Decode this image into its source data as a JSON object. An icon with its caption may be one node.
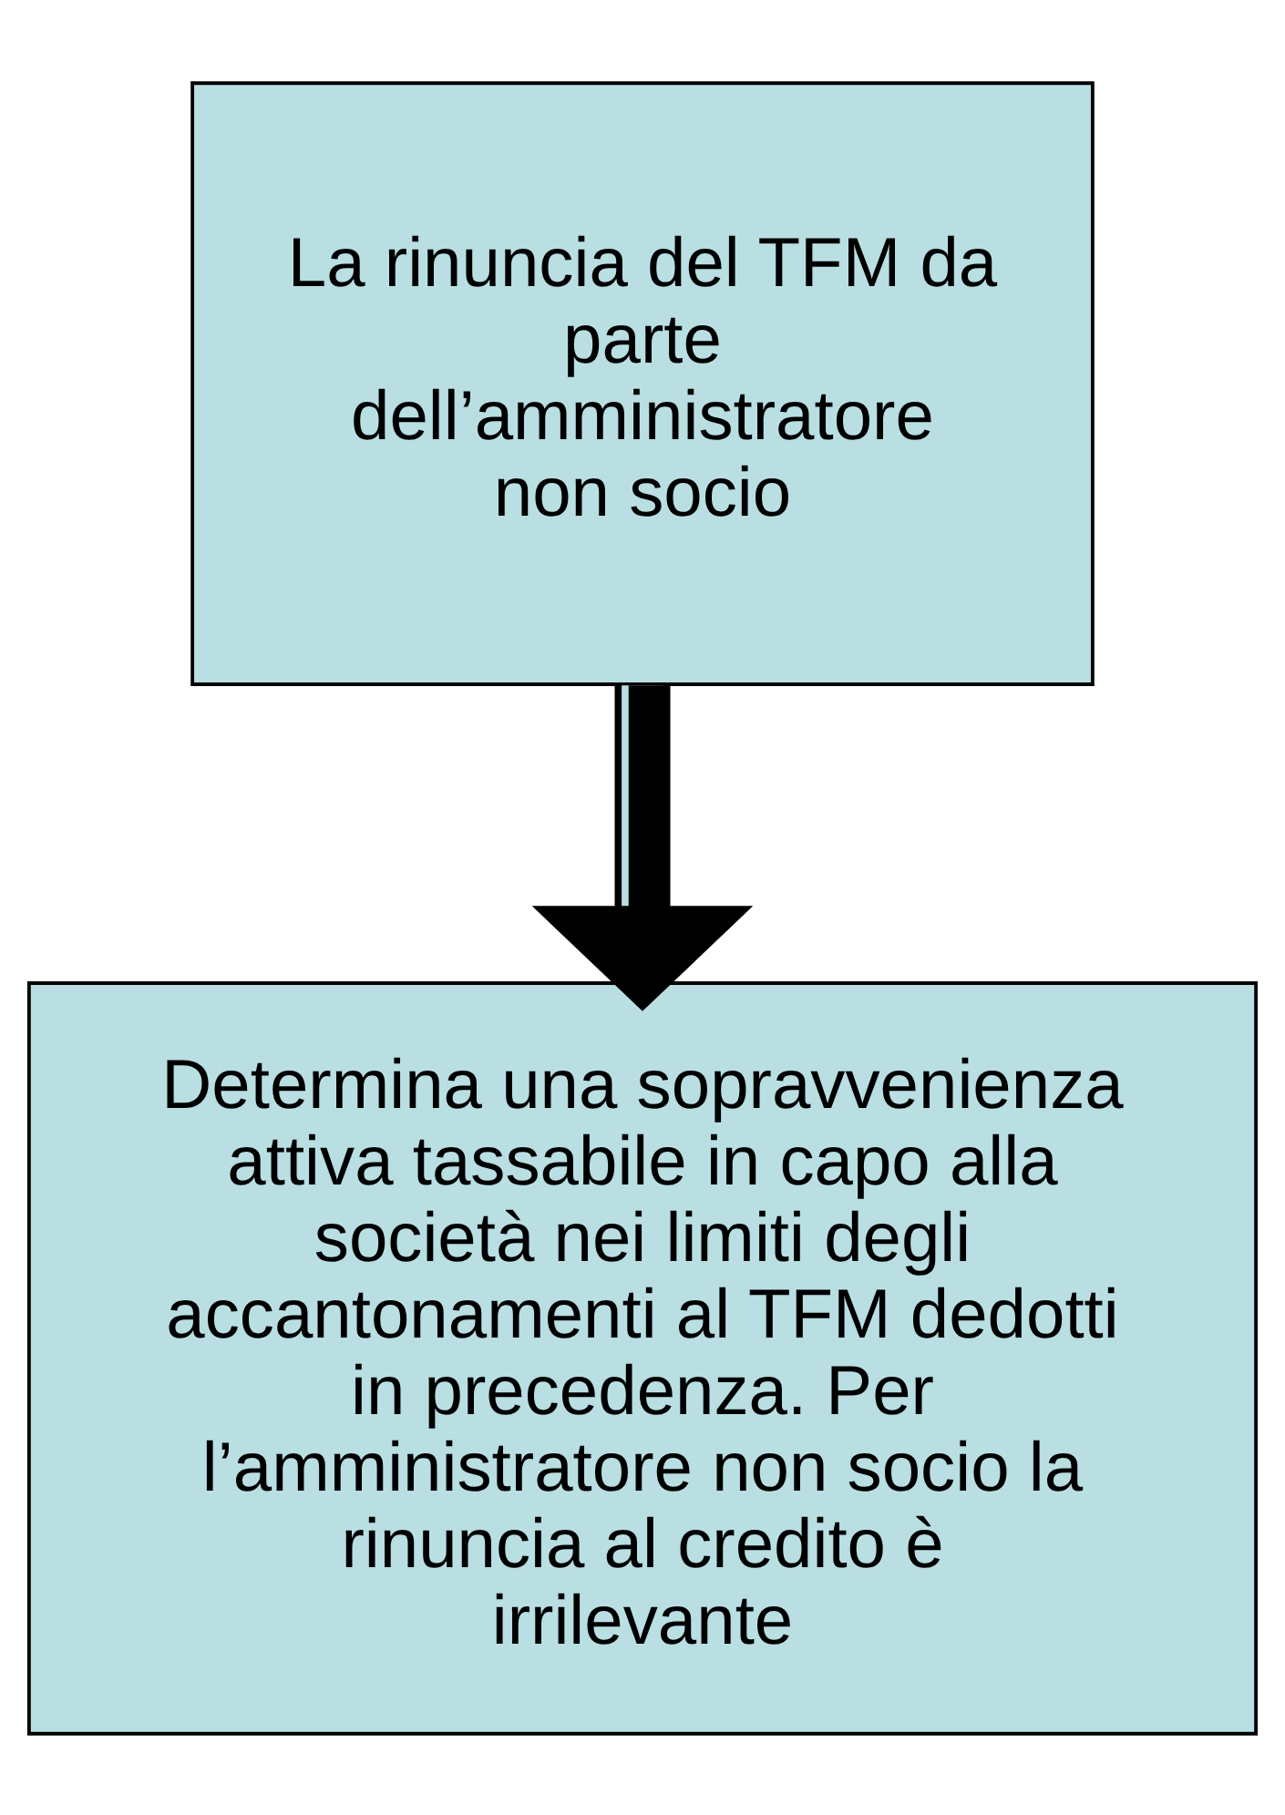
{
  "diagram": {
    "nodes": [
      {
        "text": [
          "La rinuncia del TFM da parte dell’amministratore non socio"
        ]
      },
      {
        "text": [
          "Determina una sopravvenienza attiva tassabile in capo alla società nei limiti degli accantonamenti al TFM dedotti in precedenza. Per l’amministratore non socio la rinuncia al credito è irrilevante"
        ]
      }
    ],
    "edges": [
      {
        "from": 0,
        "to": 1,
        "arrow": "to"
      }
    ]
  }
}
